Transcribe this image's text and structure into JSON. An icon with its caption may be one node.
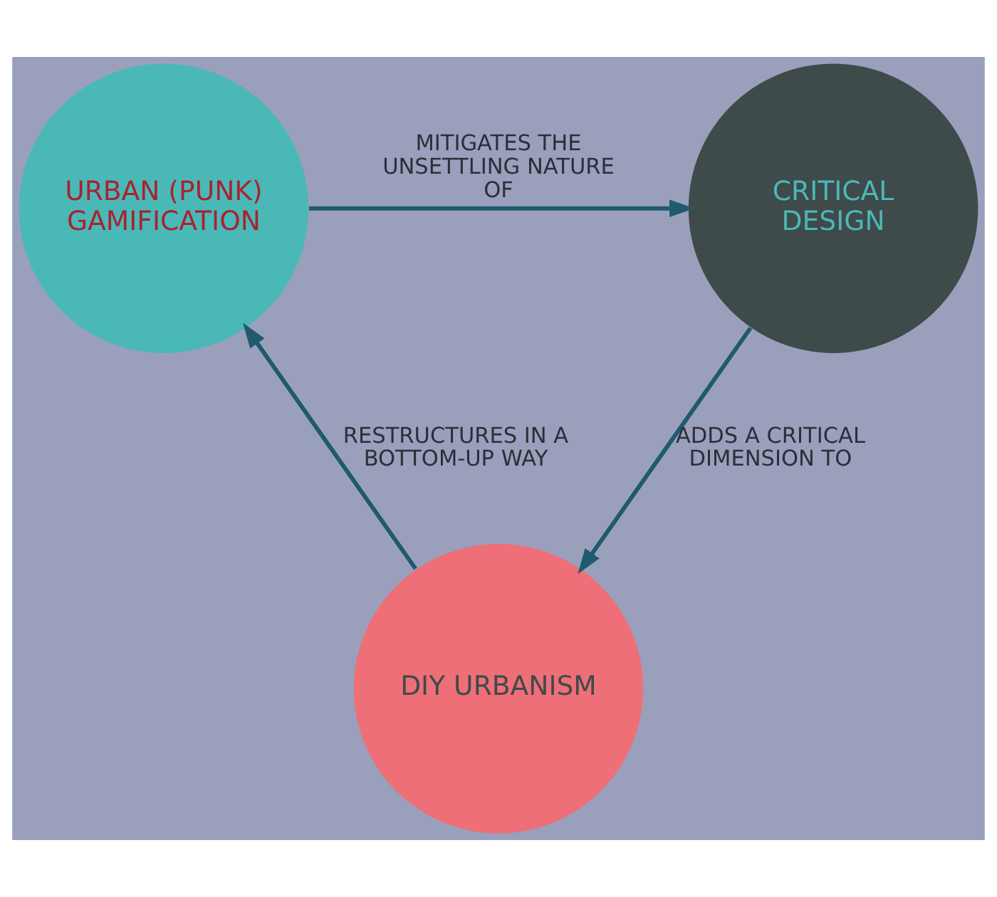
{
  "diagram": {
    "nodes": [
      {
        "text": [
          "URBAN (PUNK) GAMIFICATION"
        ]
      },
      {
        "text": [
          "CRITICAL DESIGN"
        ]
      },
      {
        "text": [
          "DIY URBANISM"
        ]
      }
    ],
    "edges": [
      {
        "from": 0,
        "to": 1,
        "arrow": "to",
        "label": "MITIGATES THE UNSETTLING NATURE OF"
      },
      {
        "from": 1,
        "to": 2,
        "arrow": "to",
        "label": "ADDS A CRITICAL DIMENSION TO"
      },
      {
        "from": 2,
        "to": 0,
        "arrow": "to",
        "label": "RESTRUCTURES IN A BOTTOM-UP WAY"
      }
    ]
  }
}
